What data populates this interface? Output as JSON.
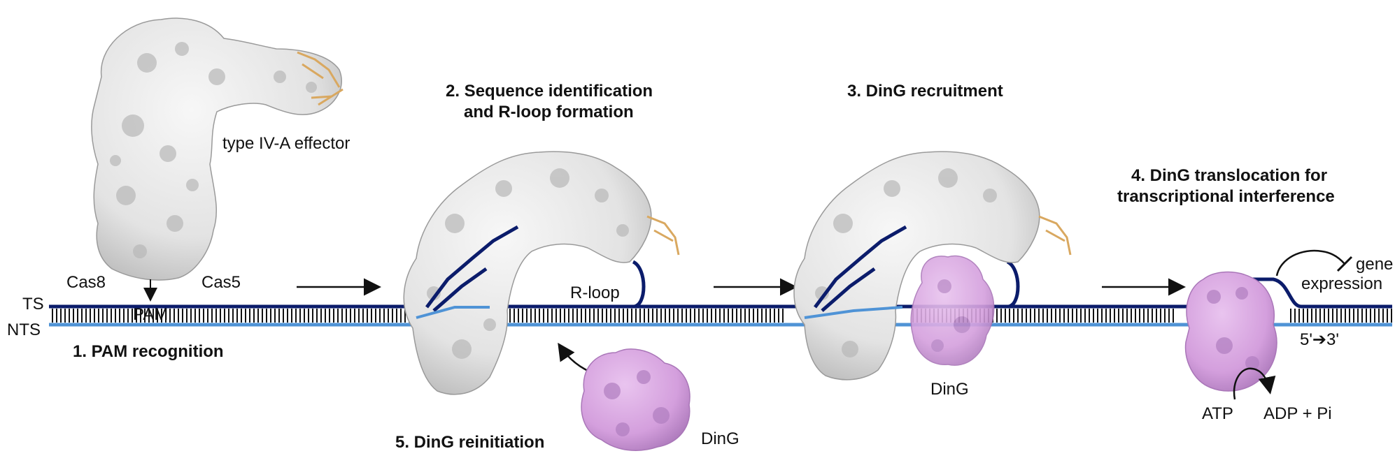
{
  "colors": {
    "ts_strand": "#0b1c6b",
    "nts_strand": "#4f93d6",
    "effector_surface": "#e6e6e6",
    "effector_shadow": "#a9a9a9",
    "crrna": "#d9a860",
    "ding_surface": "#d6a3df",
    "ding_shadow": "#b07ec0",
    "background": "#ffffff"
  },
  "strands": {
    "ts_label": "TS",
    "nts_label": "NTS"
  },
  "step1": {
    "title": "1. PAM recognition",
    "effector_label": "type IV-A effector",
    "cas8_label": "Cas8",
    "cas5_label": "Cas5",
    "pam_label": "PAM"
  },
  "step2": {
    "title_line1": "2. Sequence identification",
    "title_line2": "and R-loop formation",
    "rloop_label": "R-loop"
  },
  "step3": {
    "title": "3. DinG recruitment",
    "ding_label": "DinG"
  },
  "step4": {
    "title_line1": "4. DinG translocation for",
    "title_line2": "transcriptional interference",
    "gene_label": "gene",
    "expression_label": "expression",
    "direction_label": "5'➔3'",
    "atp_label": "ATP",
    "adp_label": "ADP + Pi"
  },
  "step5": {
    "title": "5. DinG reinitiation",
    "ding_label": "DinG"
  }
}
